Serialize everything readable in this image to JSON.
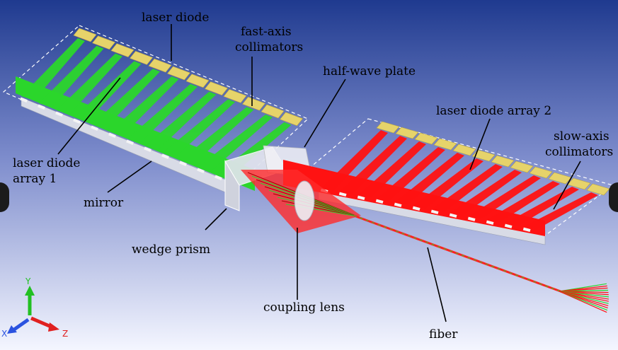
{
  "labels": {
    "laser_diode": "laser diode",
    "fast_axis_1": "fast-axis",
    "fast_axis_2": "collimators",
    "half_wave_plate": "half-wave plate",
    "laser_diode_array_2": "laser diode array 2",
    "slow_axis_1": "slow-axis",
    "slow_axis_2": "collimators",
    "laser_diode_array_1_line1": "laser diode",
    "laser_diode_array_1_line2": "array 1",
    "mirror": "mirror",
    "wedge_prism": "wedge prism",
    "coupling_lens": "coupling lens",
    "fiber": "fiber"
  },
  "axes": {
    "y": "Y",
    "x": "X",
    "z": "Z"
  },
  "colors": {
    "bg_top": "#1f3a8f",
    "bg_bottom": "#f4f6ff",
    "green_beam": "#2bd62b",
    "red_beam": "#ff1212",
    "diode_gold": "#e6d36a",
    "axis_y": "#22c022",
    "axis_x": "#2a52e0",
    "axis_z": "#e02020"
  }
}
